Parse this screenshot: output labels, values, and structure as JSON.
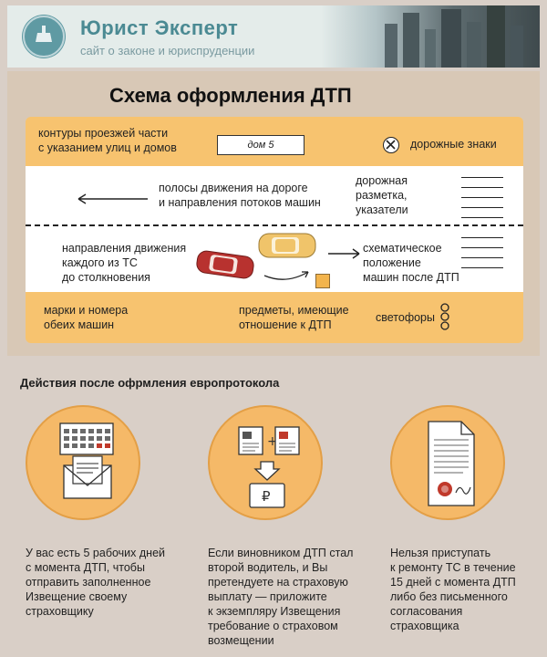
{
  "header": {
    "brand_title": "Юрист Эксперт",
    "brand_subtitle": "сайт о законе и юриспруденции"
  },
  "scheme": {
    "title": "Схема оформления ДТП",
    "labels": {
      "road_contours": [
        "контуры проезжей части",
        "с указанием улиц и домов"
      ],
      "house": "дом 5",
      "road_signs": "дорожные знаки",
      "lanes": [
        "полосы движения на дороге",
        "и направления потоков машин"
      ],
      "markings": [
        "дорожная",
        "разметка,",
        "указатели"
      ],
      "directions": [
        "направления движения",
        "каждого из ТС",
        "до столкновения"
      ],
      "schematic": [
        "схематическое",
        "положение",
        "машин после ДТП"
      ],
      "plates": [
        "марки и номера",
        "обеих машин"
      ],
      "objects": [
        "предметы, имеющие",
        "отношение к ДТП"
      ],
      "traffic_lights": "светофоры"
    }
  },
  "actions": {
    "title": "Действия после офрмления европротокола",
    "items": [
      {
        "icon": "calendar-envelope-icon",
        "text": [
          "У вас есть 5 рабочих дней",
          "с момента ДТП, чтобы",
          "отправить заполненное",
          "Извещение своему",
          "страховщику"
        ]
      },
      {
        "icon": "documents-ruble-icon",
        "text": [
          "Если виновником ДТП стал",
          "второй водитель, и Вы",
          "претендуете на страховую",
          "выплату — приложите",
          "к экземпляру Извещения",
          "требование о страховом",
          "возмещении"
        ]
      },
      {
        "icon": "signed-document-icon",
        "text": [
          "Нельзя приступать",
          "к ремонту ТС в течение",
          "15 дней с момента ДТП",
          "либо без письменного",
          "согласования",
          "страховщика"
        ]
      }
    ]
  },
  "colors": {
    "diagram_bg": "#f7c36f",
    "panel_bg": "#d8c8b6",
    "circle_bg": "#f5b968",
    "car_red": "#b8322f",
    "car_yellow": "#f0c46a",
    "brand": "#4b8a93"
  }
}
